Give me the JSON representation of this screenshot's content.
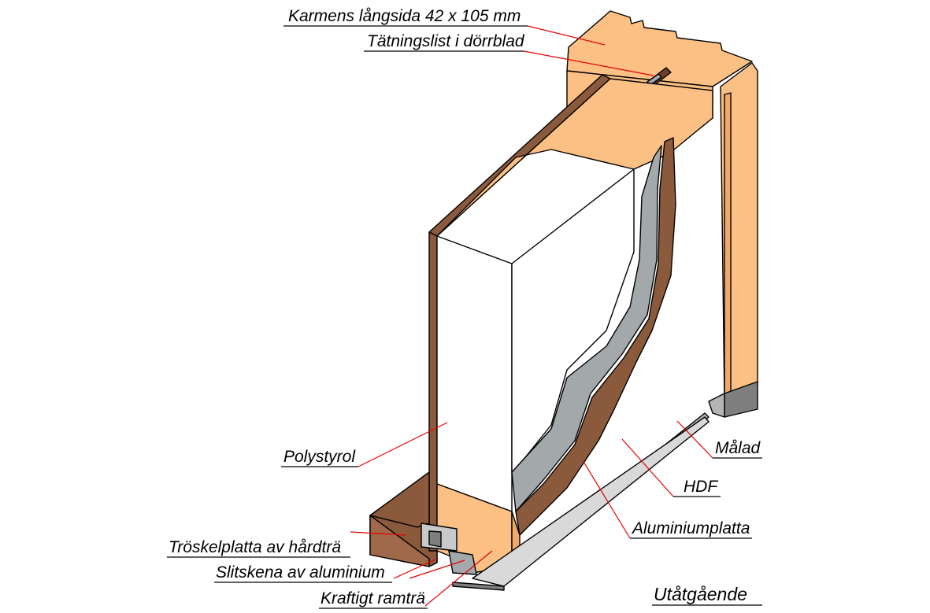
{
  "labels": {
    "karm": "Karmens långsida 42 x 105 mm",
    "tatning": "Tätningslist i dörrblad",
    "polystyrol": "Polystyrol",
    "troskel": "Tröskelplatta av hårdträ",
    "slitskena": "Slitskena av aluminium",
    "ramtra": "Kraftigt ramträ",
    "malad": "Målad",
    "hdf": "HDF",
    "aluminium": "Aluminiumplatta",
    "direction": "Utåtgående"
  },
  "colors": {
    "wood": "#fcc084",
    "wood_dark": "#f1a96b",
    "brown": "#8b5a3c",
    "brown_dark": "#6b3f27",
    "aluminium": "#a3a8ab",
    "white_face": "#ffffff",
    "leader": "#e60000",
    "gray_base": "#7f7f7f"
  }
}
